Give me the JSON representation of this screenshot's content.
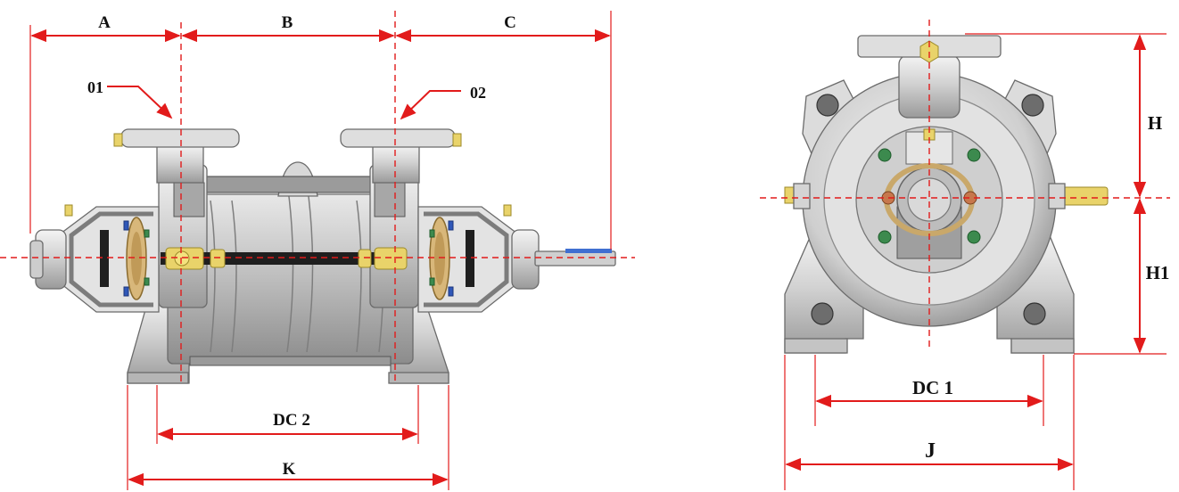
{
  "labels": {
    "a": "A",
    "b": "B",
    "c": "C",
    "port_01": "01",
    "port_02": "02",
    "dc2": "DC 2",
    "k": "K",
    "h": "H",
    "h1": "H1",
    "dc1": "DC 1",
    "j": "J"
  },
  "colors": {
    "dimension": "#e21b1b",
    "metal": "#d9d9d9",
    "fitting": "#e9d36a",
    "shaft": "#1f1f1f"
  }
}
